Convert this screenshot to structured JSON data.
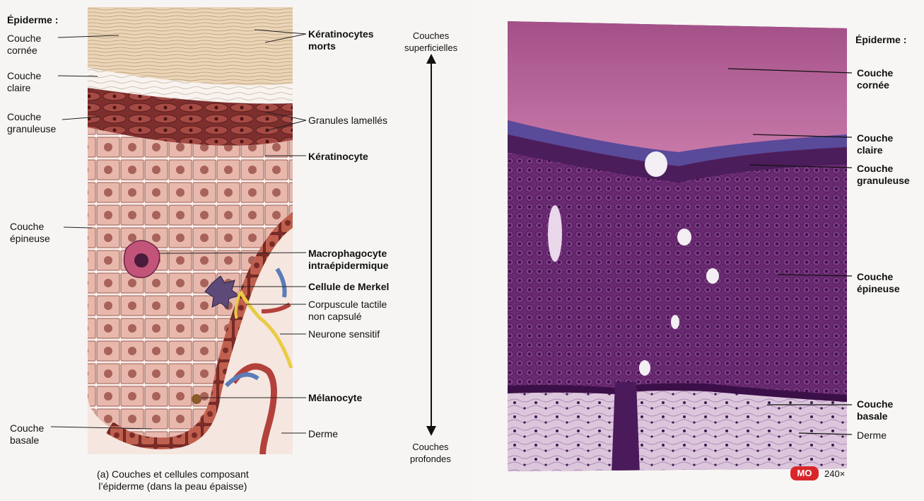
{
  "left_panel": {
    "heading": "Épiderme :",
    "left_labels": {
      "cornee": "Couche\ncornée",
      "claire": "Couche\nclaire",
      "granuleuse": "Couche\ngranuleuse",
      "epineuse": "Couche\népineuse",
      "basale": "Couche\nbasale"
    },
    "right_labels": {
      "keratinocytes_morts": "Kératinocytes\nmorts",
      "granules_lamelles": "Granules lamellés",
      "keratinocyte": "Kératinocyte",
      "macrophagocyte": "Macrophagocyte\nintraépidermique",
      "merkel": "Cellule de Merkel",
      "corpuscule": "Corpuscule tactile\nnon capsulé",
      "neurone": "Neurone sensitif",
      "melanocyte": "Mélanocyte",
      "derme": "Derme"
    },
    "axis": {
      "top": "Couches\nsuperficielles",
      "bottom": "Couches\nprofondes"
    },
    "caption": "(a) Couches et cellules composant\nl’épiderme (dans la peau épaisse)",
    "colors": {
      "stratum_corneum": "#ead3b5",
      "granulosum": "#8e3a37",
      "spinosum": "#e7bdb4",
      "basale": "#b35a4c",
      "dermis": "#f5e6df"
    }
  },
  "right_panel": {
    "heading": "Épiderme :",
    "labels": {
      "cornee": "Couche\ncornée",
      "claire": "Couche\nclaire",
      "granuleuse": "Couche\ngranuleuse",
      "epineuse": "Couche\népineuse",
      "basale": "Couche\nbasale",
      "derme": "Derme"
    },
    "badge": "MO",
    "magnification": "240×",
    "colors": {
      "cornee": "#b0558f",
      "epithelium": "#5b2063",
      "dermis": "#d9c2d6",
      "badge": "#d9262a"
    }
  }
}
